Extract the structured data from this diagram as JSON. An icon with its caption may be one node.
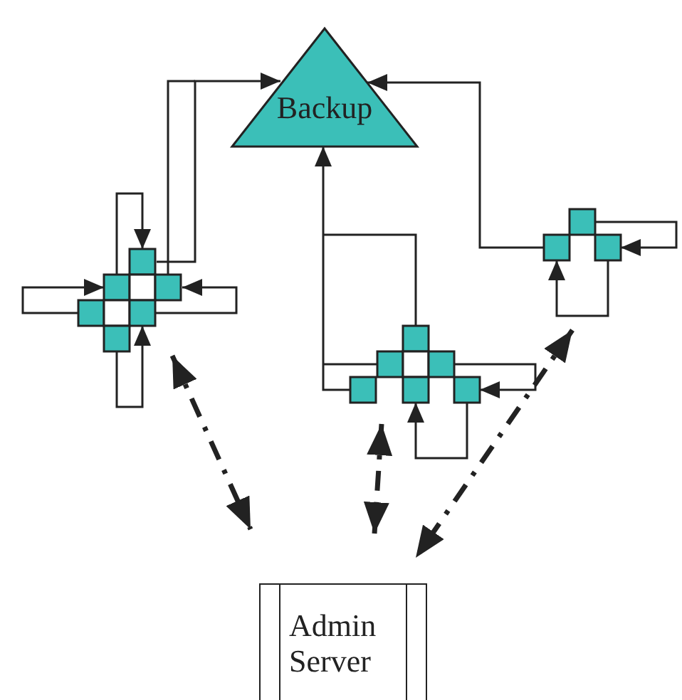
{
  "diagram": {
    "nodes": [
      {
        "text": [
          "Backup"
        ]
      },
      {
        "text": [],
        "shape": "grid"
      },
      {
        "text": [],
        "shape": "grid"
      },
      {
        "text": [],
        "shape": "grid"
      },
      {
        "text": [
          "Admin Server"
        ]
      }
    ],
    "edges": [
      {
        "from": 1,
        "to": 0,
        "arrow": "to"
      },
      {
        "from": 3,
        "to": 0,
        "arrow": "to"
      },
      {
        "from": 2,
        "to": 0,
        "arrow": "to"
      },
      {
        "from": 1,
        "to": 4,
        "arrow": "both",
        "style": "dashed"
      },
      {
        "from": 3,
        "to": 4,
        "arrow": "both",
        "style": "dashed"
      },
      {
        "from": 2,
        "to": 4,
        "arrow": "both",
        "style": "dashed"
      },
      {
        "from": 1,
        "to": 1,
        "arrow": "to"
      },
      {
        "from": 1,
        "to": 1,
        "arrow": "to"
      },
      {
        "from": 1,
        "to": 1,
        "arrow": "to"
      },
      {
        "from": 1,
        "to": 1,
        "arrow": "to"
      },
      {
        "from": 3,
        "to": 3,
        "arrow": "to"
      },
      {
        "from": 3,
        "to": 3,
        "arrow": "to"
      },
      {
        "from": 2,
        "to": 2,
        "arrow": "to"
      },
      {
        "from": 2,
        "to": 2,
        "arrow": "to"
      }
    ]
  }
}
